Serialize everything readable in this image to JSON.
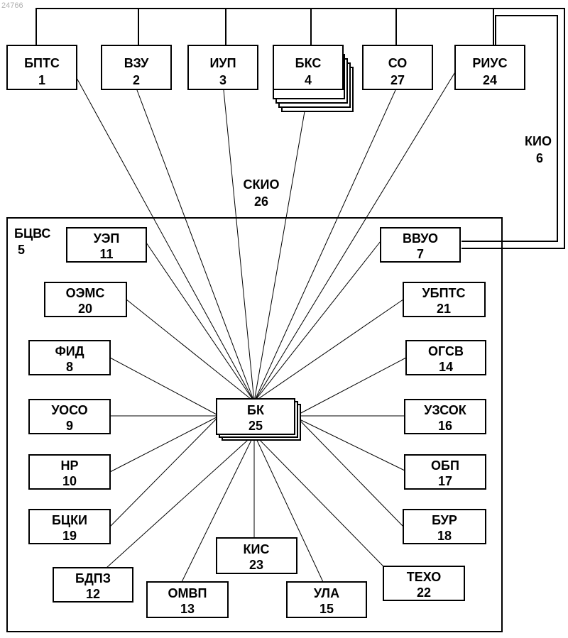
{
  "reference": "24766",
  "bus_label": {
    "name": "КИО",
    "number": "6"
  },
  "link_label": {
    "name": "СКИО",
    "number": "26"
  },
  "frame_label": {
    "name": "БЦВС",
    "number": "5"
  },
  "hub": {
    "name": "БК",
    "number": "25"
  },
  "external_blocks": [
    {
      "id": "bpts",
      "name": "БПТС",
      "number": "1"
    },
    {
      "id": "vzu",
      "name": "ВЗУ",
      "number": "2"
    },
    {
      "id": "iup",
      "name": "ИУП",
      "number": "3"
    },
    {
      "id": "bks",
      "name": "БКС",
      "number": "4"
    },
    {
      "id": "so",
      "name": "СО",
      "number": "27"
    },
    {
      "id": "rius",
      "name": "РИУС",
      "number": "24"
    }
  ],
  "internal_blocks": [
    {
      "id": "uep",
      "name": "УЭП",
      "number": "11"
    },
    {
      "id": "vvuo",
      "name": "ВВУО",
      "number": "7"
    },
    {
      "id": "oems",
      "name": "ОЭМС",
      "number": "20"
    },
    {
      "id": "ubpts",
      "name": "УБПТС",
      "number": "21"
    },
    {
      "id": "fid",
      "name": "ФИД",
      "number": "8"
    },
    {
      "id": "ogsv",
      "name": "ОГСВ",
      "number": "14"
    },
    {
      "id": "uoso",
      "name": "УОСО",
      "number": "9"
    },
    {
      "id": "uzsok",
      "name": "УЗСОК",
      "number": "16"
    },
    {
      "id": "nr",
      "name": "НР",
      "number": "10"
    },
    {
      "id": "obp",
      "name": "ОБП",
      "number": "17"
    },
    {
      "id": "bcki",
      "name": "БЦКИ",
      "number": "19"
    },
    {
      "id": "bur",
      "name": "БУР",
      "number": "18"
    },
    {
      "id": "kis",
      "name": "КИС",
      "number": "23"
    },
    {
      "id": "bdpz",
      "name": "БДПЗ",
      "number": "12"
    },
    {
      "id": "texo",
      "name": "ТЕХО",
      "number": "22"
    },
    {
      "id": "omvp",
      "name": "ОМВП",
      "number": "13"
    },
    {
      "id": "ula",
      "name": "УЛА",
      "number": "15"
    }
  ]
}
